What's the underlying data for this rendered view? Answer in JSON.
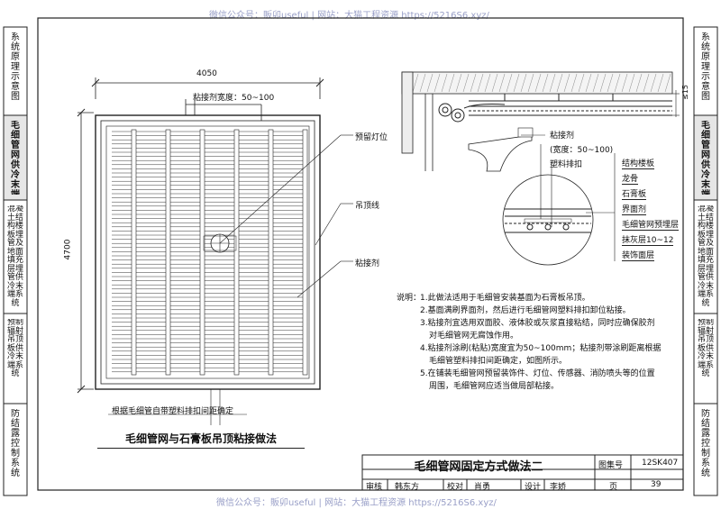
{
  "watermark_top": "微信公众号：販卯useful | 网站：大猫工程资源 https://5216S6.xyz/",
  "watermark_bottom": "微信公众号：販卯useful | 网站：大猫工程资源 https://5216S6.xyz/",
  "left_tabs": [
    {
      "text": "系统原理示意图",
      "bold": false
    },
    {
      "text": "毛细管网供冷末端系统",
      "bold": true
    },
    {
      "text": "混凝土结构楼板埋管及地面填充层埋管供冷末端系统",
      "bold": false
    },
    {
      "text": "预制辐射吊顶板供冷末端系统",
      "bold": false
    },
    {
      "text": "防结露控制系统",
      "bold": false
    }
  ],
  "right_tabs": [
    {
      "text": "系统原理示意图",
      "bold": false
    },
    {
      "text": "毛细管网供冷末端系统",
      "bold": true
    },
    {
      "text": "混凝土结构楼板埋管及地面填充层埋管供冷末端系统",
      "bold": false
    },
    {
      "text": "预制辐射吊顶板供冷末端系统",
      "bold": false
    },
    {
      "text": "防结露控制系统",
      "bold": false
    }
  ],
  "plan": {
    "dim_width": "4050",
    "dim_height": "4700",
    "glue_width_label": "粘接剂宽度：50~100",
    "lamp_label": "预留灯位",
    "ceiling_line_label": "吊顶线",
    "adhesive_label": "粘接剂",
    "spacing_note": "根据毛细管自带塑料排扣间距确定",
    "title": "毛细管网与石膏板吊顶粘接做法"
  },
  "section": {
    "dim_15": "≤15",
    "adhesive_label": "粘接剂",
    "adhesive_width": "(宽度：50~100)",
    "buckle_label": "塑料排扣",
    "layers": [
      "结构楼板",
      "龙骨",
      "石膏板",
      "界面剂",
      "毛细管网预埋层",
      "抹灰层10~12",
      "装饰面层"
    ]
  },
  "notes": {
    "heading": "说明：",
    "lines": [
      "1.此做法适用于毛细管安装基面为石膏板吊顶。",
      "2.基面满刷界面剂，然后进行毛细管网塑料排扣卸位粘接。",
      "3.粘接剂宜选用双面胶、液体胶或灰浆直接粘结，同时应确保胶剂",
      "对毛细管网无腐蚀作用。",
      "4.粘接剂涂刷(粘贴)宽度宜为50~100mm；粘接剂带涂刷距离根据",
      "毛细管塑料排扣间距确定，如图所示。",
      "5.在铺装毛细管网预留装饰件、灯位、传感器、消防喷头等的位置",
      "周围，毛细管网应适当做局部粘接。"
    ]
  },
  "title_block": {
    "title": "毛细管网固定方式做法二",
    "atlas_label": "图集号",
    "atlas_no": "12SK407",
    "page_label": "页",
    "page_no": "39",
    "row": [
      "审核",
      "韩东方",
      "校对",
      "肖勇",
      "设计",
      "李娇"
    ]
  }
}
